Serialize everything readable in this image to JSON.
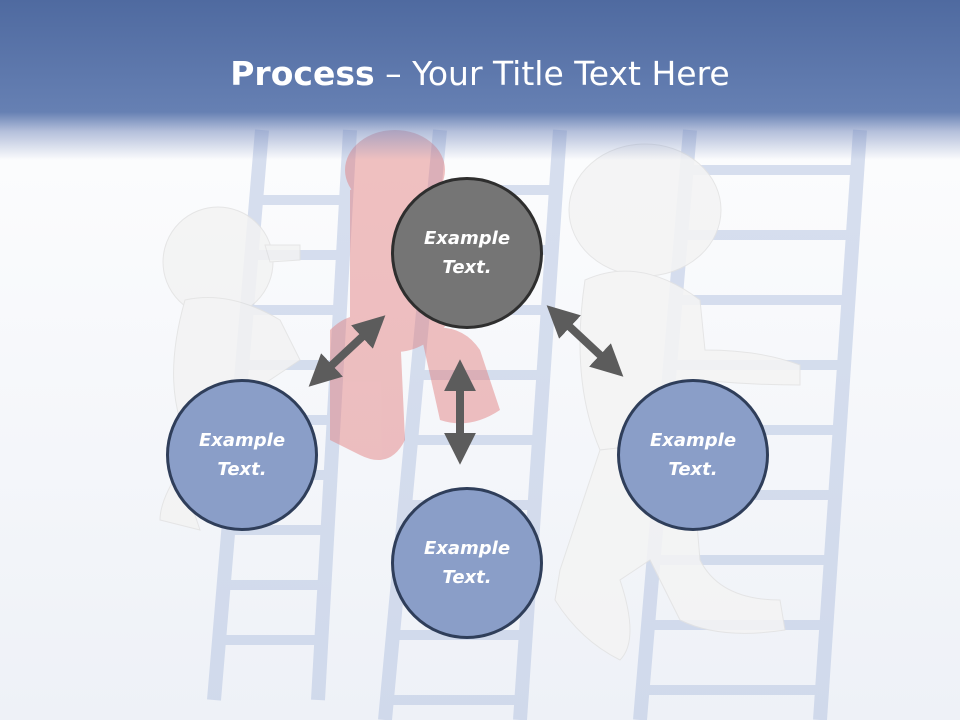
{
  "title": {
    "strong": "Process",
    "rest": " – Your Title Text Here"
  },
  "nodes": {
    "top": {
      "text": "Example\nText.",
      "fill": "#757575"
    },
    "left": {
      "text": "Example\nText.",
      "fill": "#8a9ec8"
    },
    "bottom": {
      "text": "Example\nText.",
      "fill": "#8a9ec8"
    },
    "right": {
      "text": "Example\nText.",
      "fill": "#8a9ec8"
    }
  },
  "colors": {
    "title_band": "#5670a6",
    "arrow": "#5c5c5c",
    "ladder": "#c9d4ea",
    "figure": "#f0f0f0",
    "red_figure": "#e8a0a0"
  }
}
